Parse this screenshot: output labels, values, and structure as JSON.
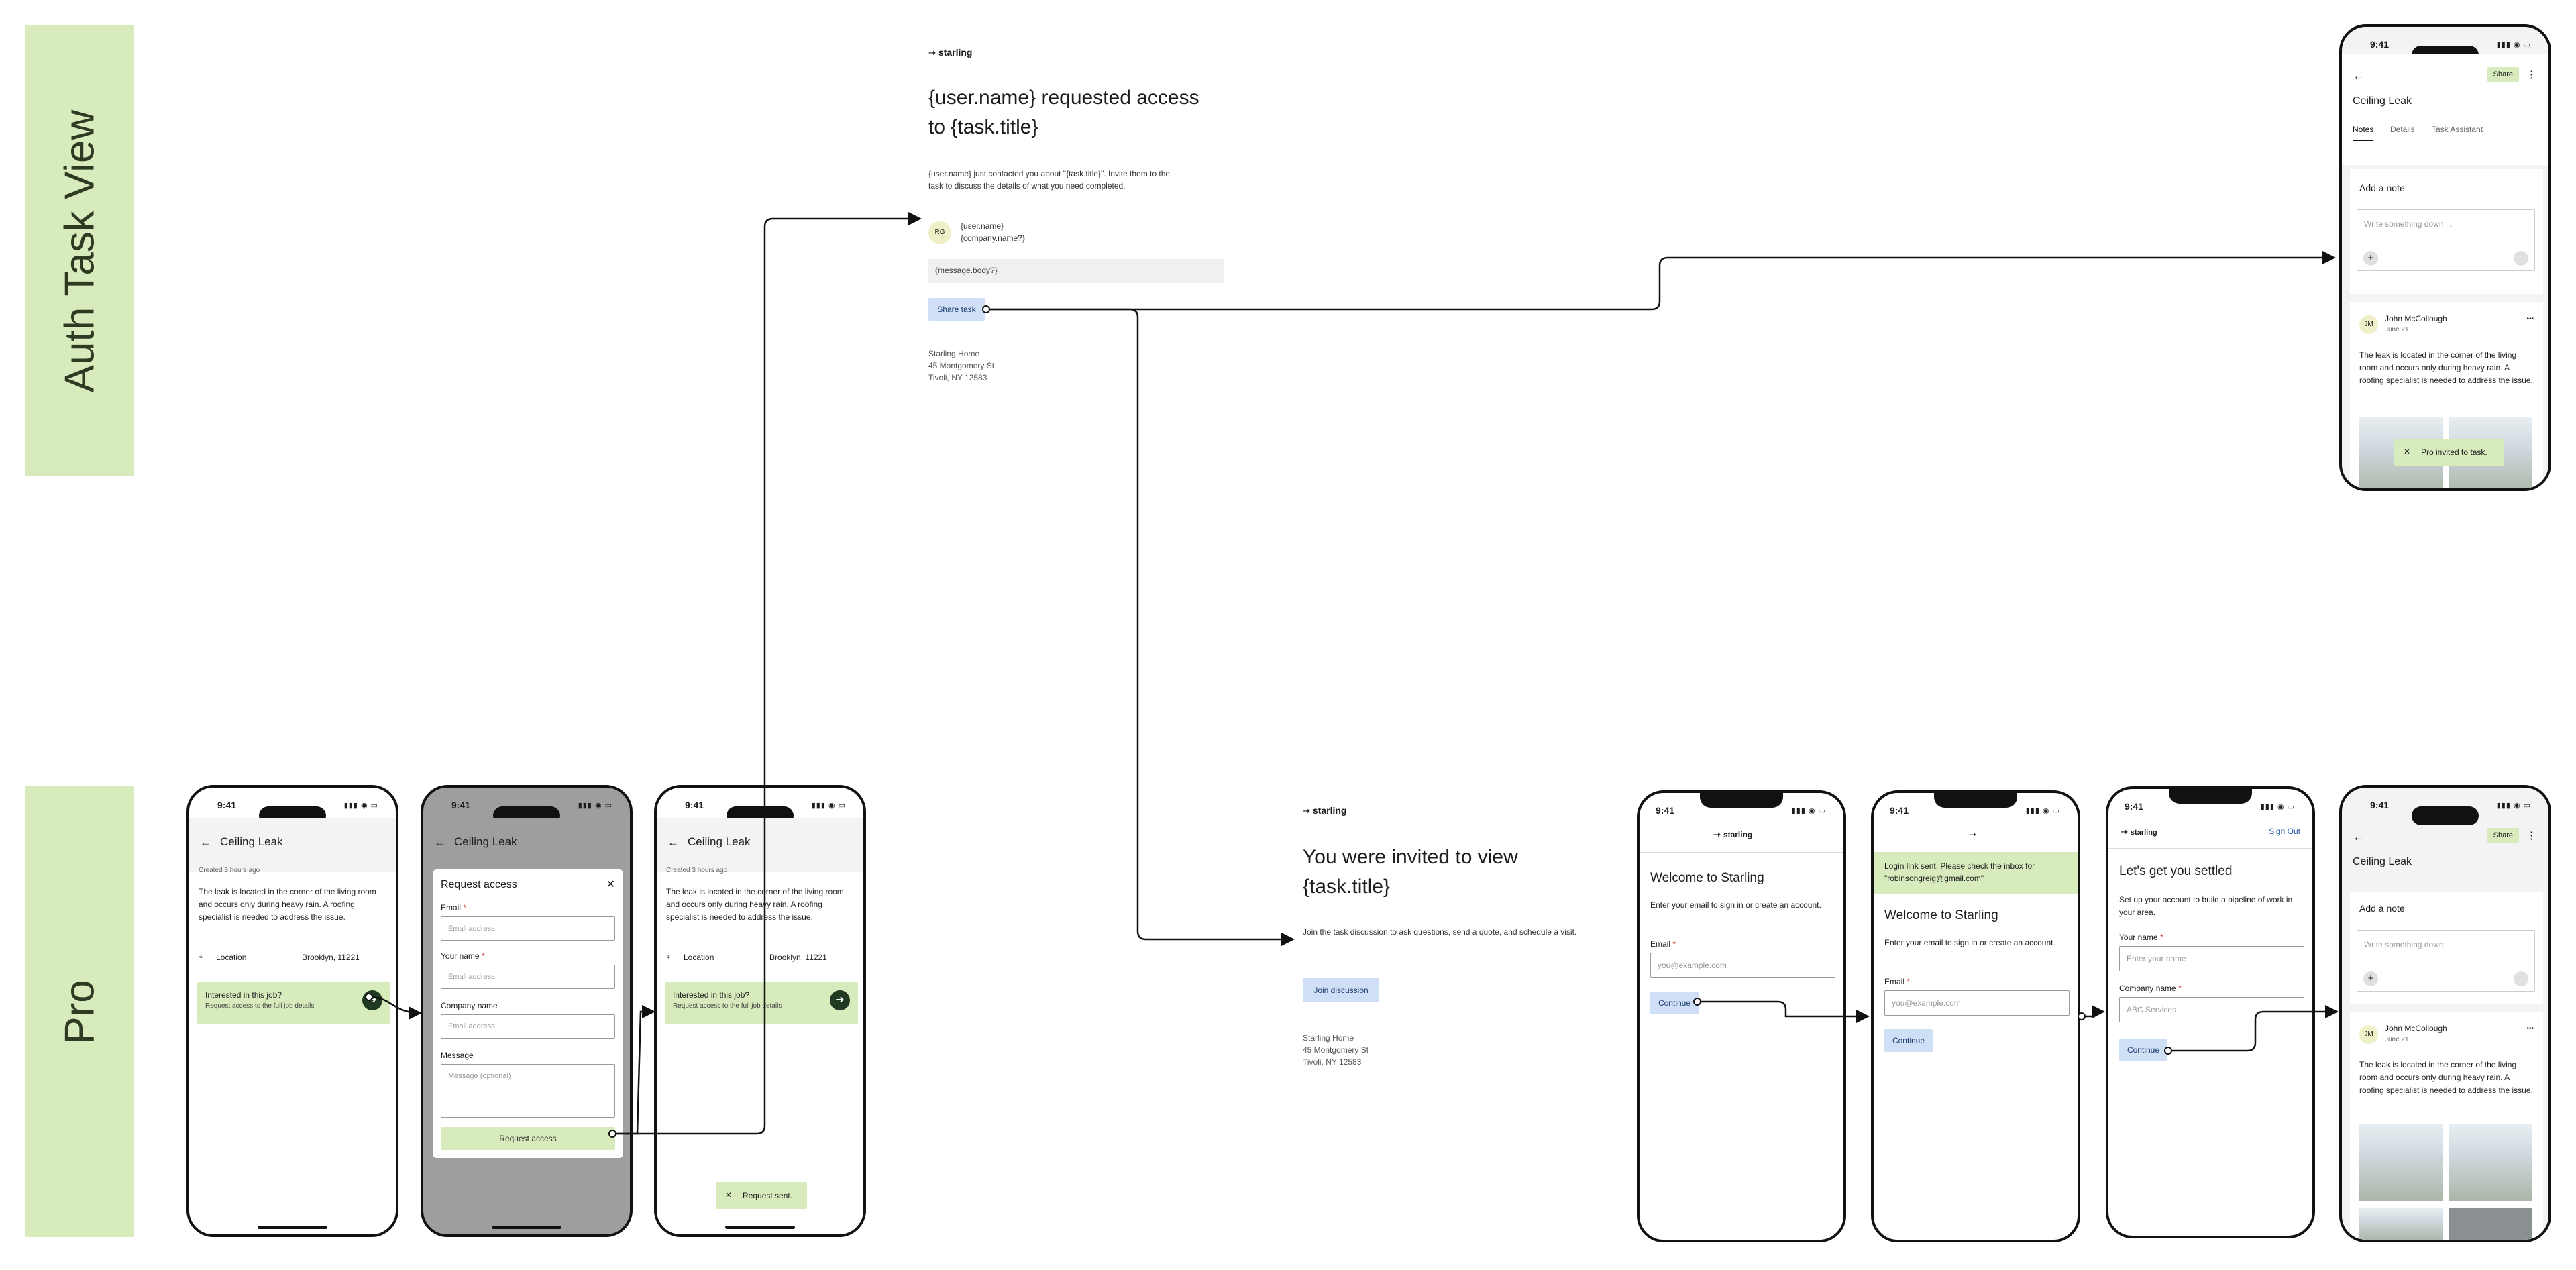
{
  "sections": {
    "auth": "Auth Task View",
    "pro": "Pro"
  },
  "status_time": "9:41",
  "status_icons": "▮▮▮ ◉ ▭",
  "task": {
    "title": "Ceiling Leak",
    "created": "Created 3 hours ago",
    "description": "The leak is located in the corner of the living room and occurs only during heavy rain. A roofing specialist is needed to address the issue.",
    "location_label": "Location",
    "location_value": "Brooklyn, 11221",
    "interest_title": "Interested in this job?",
    "interest_sub": "Request access to the full job details"
  },
  "request_form": {
    "title": "Request access",
    "email_label": "Email",
    "email_placeholder": "Email address",
    "name_label": "Your name",
    "name_placeholder": "Email address",
    "company_label": "Company name",
    "company_placeholder": "Email address",
    "message_label": "Message",
    "message_placeholder": "Message (optional)",
    "submit": "Request access",
    "required": "*"
  },
  "toasts": {
    "request_sent": "Request sent.",
    "pro_invited": "Pro invited to task."
  },
  "brand": "starling",
  "email_request": {
    "heading_line1": "{user.name} requested access",
    "heading_line2": "to {task.title}",
    "body_line1": "{user.name} just contacted you about \"{task.title}\". Invite them to the",
    "body_line2": "task to discuss the details of what you need completed.",
    "avatar": "RG",
    "sender_name": "{user.name}",
    "sender_company": "{company.name?}",
    "message": "{message.body?}",
    "share_button": "Share task",
    "addr1": "Starling Home",
    "addr2": "45 Montgomery St",
    "addr3": "Tivoli, NY 12583"
  },
  "email_invite": {
    "heading_line1": "You were invited to view",
    "heading_line2": "{task.title}",
    "body": "Join the task discussion to ask questions, send a quote, and schedule a visit.",
    "button": "Join discussion",
    "addr1": "Starling Home",
    "addr2": "45 Montgomery St",
    "addr3": "Tivoli, NY 12583"
  },
  "welcome": {
    "title": "Welcome to Starling",
    "body": "Enter your email to sign in or create an account.",
    "email_label": "Email",
    "email_placeholder": "you@example.com",
    "continue": "Continue",
    "banner": "Login link sent. Please check the inbox for \"robinsongreig@gmail.com\""
  },
  "settled": {
    "sign_out": "Sign Out",
    "title": "Let's get you settled",
    "body": "Set up your account to build a pipeline of work in your area.",
    "name_label": "Your name",
    "name_placeholder": "Enter your name",
    "company_label": "Company name",
    "company_placeholder": "ABC Services",
    "continue": "Continue"
  },
  "task_view": {
    "share": "Share",
    "more": "⋮",
    "tabs": [
      "Notes",
      "Details",
      "Task Assistant"
    ],
    "add_note": "Add a note",
    "write_placeholder": "Write something down ...",
    "author_initials": "JM",
    "author": "John McCollough",
    "date": "June 21",
    "dots": "•••"
  }
}
